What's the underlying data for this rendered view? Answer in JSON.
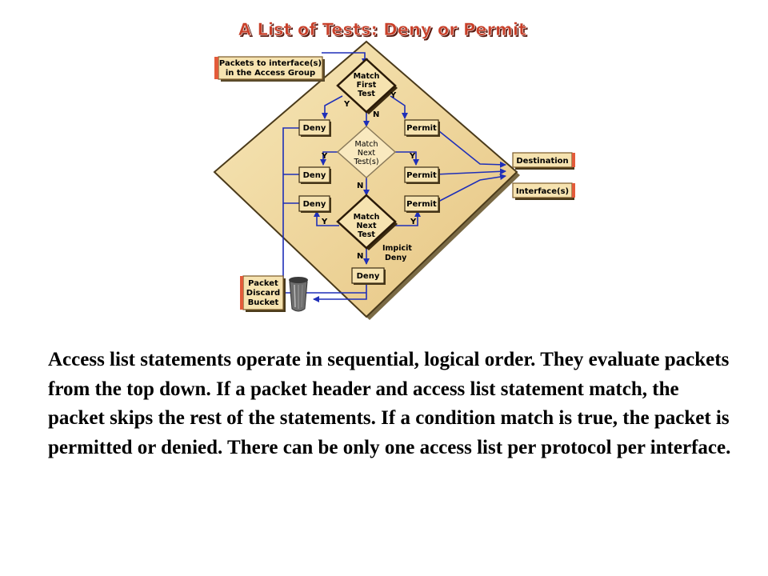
{
  "title": "A List of Tests: Deny or Permit",
  "boxes": {
    "packets_in_line1": "Packets to interface(s)",
    "packets_in_line2": "in the Access Group",
    "deny": "Deny",
    "permit": "Permit",
    "destination": "Destination",
    "interface": "Interface(s)",
    "discard_line1": "Packet",
    "discard_line2": "Discard",
    "discard_line3": "Bucket"
  },
  "decisions": {
    "first": [
      "Match",
      "First",
      "Test"
    ],
    "next": [
      "Match",
      "Next",
      "Test(s)"
    ],
    "last": [
      "Match",
      "Next",
      "Test"
    ]
  },
  "labels": {
    "yes": "Y",
    "no": "N",
    "implicit_line1": "Impicit",
    "implicit_line2": "Deny"
  },
  "caption": "Access list statements operate in sequential, logical order. They evaluate packets from the top down. If a packet header and access list statement match, the packet skips the rest of the statements. If a condition match is true, the packet is permitted or denied. There can be only one access list per protocol per interface.",
  "colors": {
    "title_red": "#c8402a",
    "panel_yellow": "#f2dca0",
    "box_fill": "#f6e3b0",
    "arrow_blue": "#1f2fb8",
    "red_tab": "#e35b3a"
  }
}
